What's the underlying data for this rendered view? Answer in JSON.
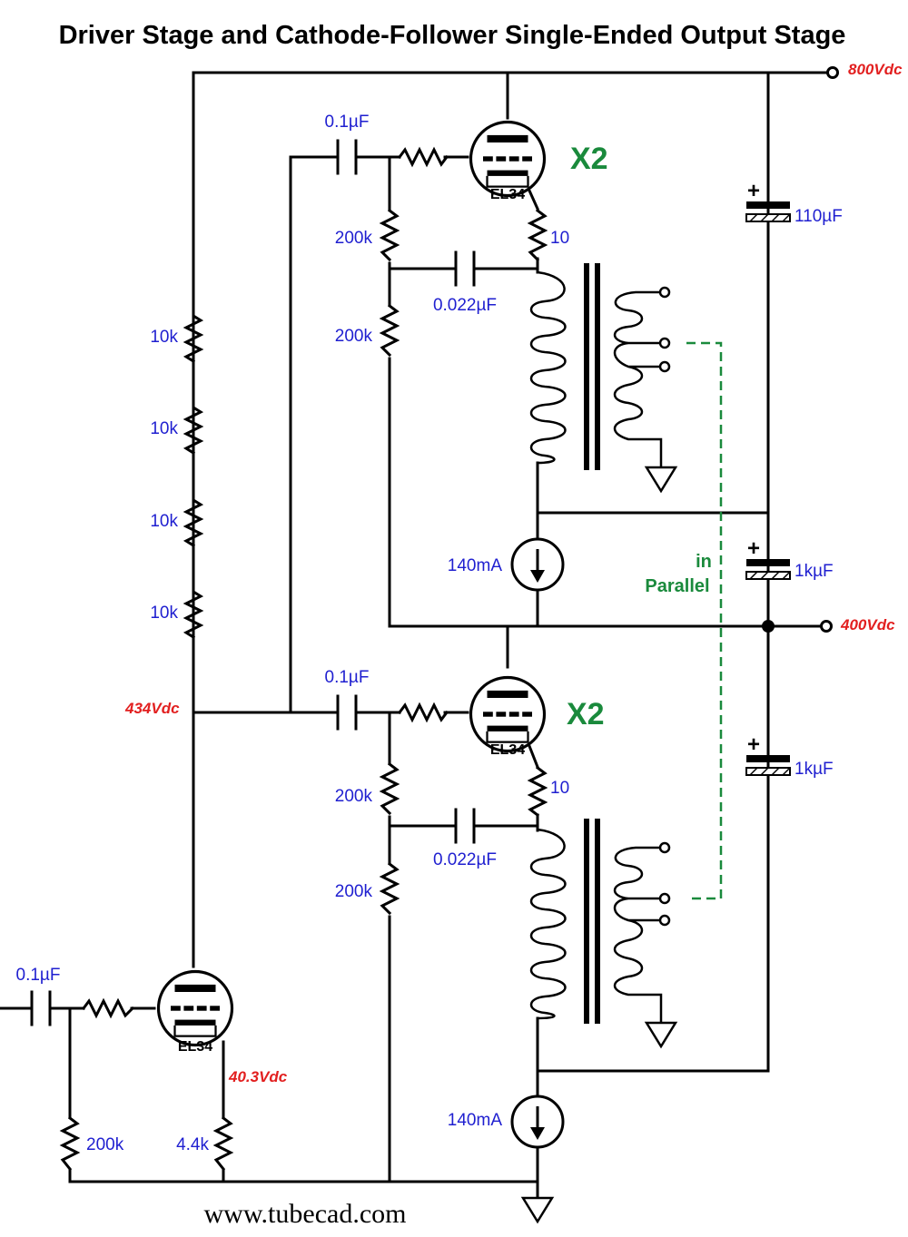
{
  "title": "Driver Stage and Cathode-Follower Single-Ended Output Stage",
  "footer": "www.tubecad.com",
  "colors": {
    "values": "#1f1fd0",
    "voltages": "#e21f1f",
    "notes": "#1a8a3c",
    "wire": "#000000"
  },
  "voltages": {
    "top": "800Vdc",
    "mid": "400Vdc",
    "driver_plate": "434Vdc",
    "driver_cathode": "40.3Vdc"
  },
  "upper_stage": {
    "coupling_cap": "0.1µF",
    "tube": "EL34",
    "multiplier": "X2",
    "grid_res_1": "200k",
    "grid_res_2": "200k",
    "cathode_res": "10",
    "bootstrap_cap": "0.022µF",
    "ccs": "140mA"
  },
  "lower_stage": {
    "coupling_cap": "0.1µF",
    "tube": "EL34",
    "multiplier": "X2",
    "grid_res_1": "200k",
    "grid_res_2": "200k",
    "cathode_res": "10",
    "bootstrap_cap": "0.022µF",
    "ccs": "140mA"
  },
  "driver": {
    "input_cap": "0.1µF",
    "tube": "EL34",
    "grid_res": "200k",
    "cathode_res": "4.4k",
    "plate_res": [
      "10k",
      "10k",
      "10k",
      "10k"
    ]
  },
  "supply_caps": {
    "top": "110µF",
    "middle": "1kµF",
    "bottom": "1kµF"
  },
  "parallel_note": {
    "line1": "in",
    "line2": "Parallel"
  }
}
